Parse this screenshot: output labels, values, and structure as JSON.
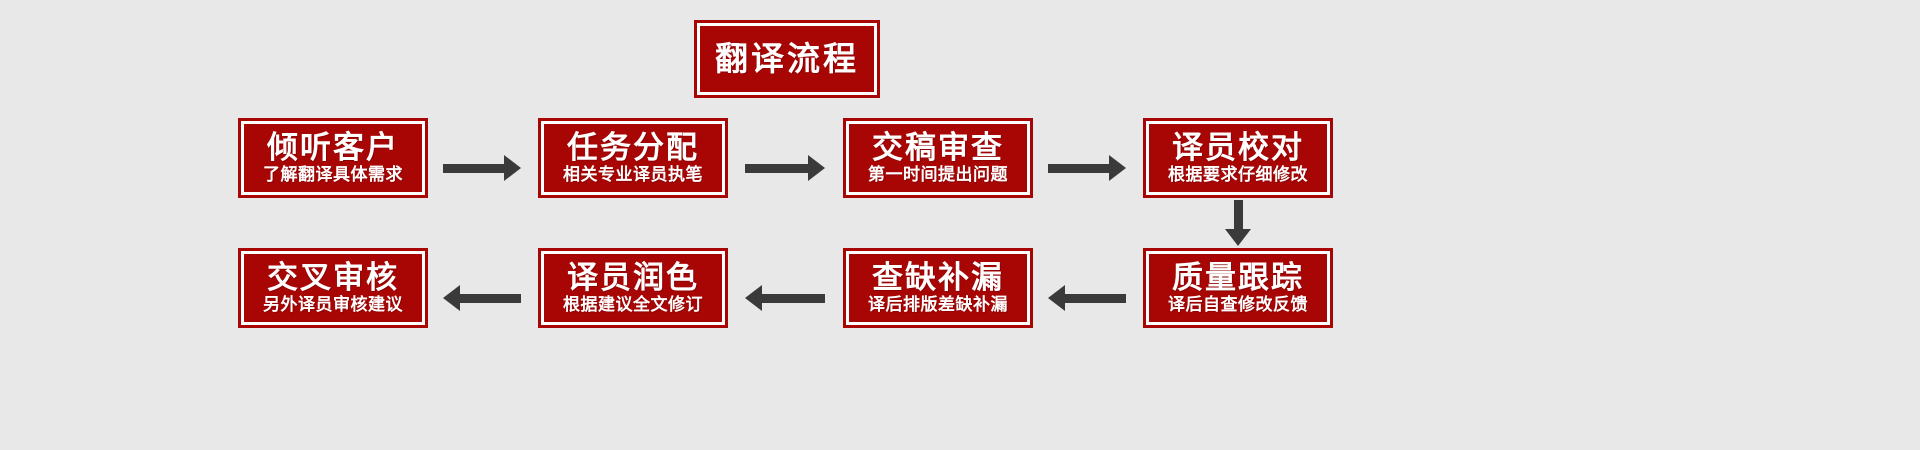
{
  "diagram": {
    "title": "翻译流程",
    "background_color": "#e8e8e8",
    "node_fill_color": "#a80505",
    "node_border_color": "#ffffff",
    "arrow_color": "#3a3a3a",
    "text_color": "#ffffff"
  },
  "nodes": [
    {
      "id": "step-1",
      "title": "倾听客户",
      "subtitle": "了解翻译具体需求"
    },
    {
      "id": "step-2",
      "title": "任务分配",
      "subtitle": "相关专业译员执笔"
    },
    {
      "id": "step-3",
      "title": "交稿审查",
      "subtitle": "第一时间提出问题"
    },
    {
      "id": "step-4",
      "title": "译员校对",
      "subtitle": "根据要求仔细修改"
    },
    {
      "id": "step-5",
      "title": "质量跟踪",
      "subtitle": "译后自查修改反馈"
    },
    {
      "id": "step-6",
      "title": "查缺补漏",
      "subtitle": "译后排版差缺补漏"
    },
    {
      "id": "step-7",
      "title": "译员润色",
      "subtitle": "根据建议全文修订"
    },
    {
      "id": "step-8",
      "title": "交叉审核",
      "subtitle": "另外译员审核建议"
    }
  ],
  "arrows": [
    {
      "id": "arrow-1-2",
      "from": "step-1",
      "to": "step-2",
      "direction": "right"
    },
    {
      "id": "arrow-2-3",
      "from": "step-2",
      "to": "step-3",
      "direction": "right"
    },
    {
      "id": "arrow-3-4",
      "from": "step-3",
      "to": "step-4",
      "direction": "right"
    },
    {
      "id": "arrow-4-5",
      "from": "step-4",
      "to": "step-5",
      "direction": "down"
    },
    {
      "id": "arrow-5-6",
      "from": "step-5",
      "to": "step-6",
      "direction": "left"
    },
    {
      "id": "arrow-6-7",
      "from": "step-6",
      "to": "step-7",
      "direction": "left"
    },
    {
      "id": "arrow-7-8",
      "from": "step-7",
      "to": "step-8",
      "direction": "left"
    }
  ]
}
